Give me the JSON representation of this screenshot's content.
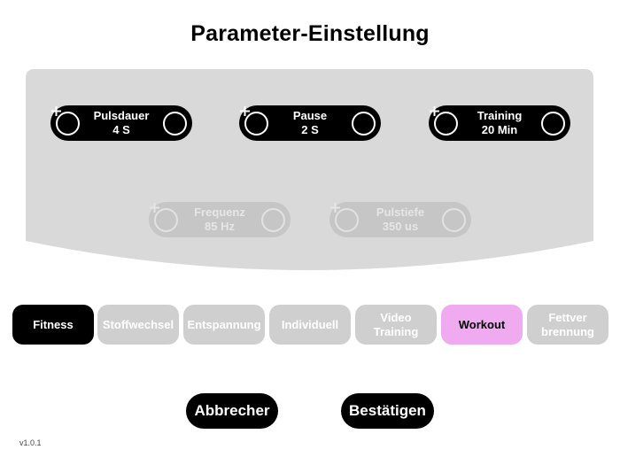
{
  "title": "Parameter-Einstellung",
  "steppers": [
    {
      "label": "Pulsdauer",
      "value": "4 S",
      "enabled": true
    },
    {
      "label": "Pause",
      "value": "2 S",
      "enabled": true
    },
    {
      "label": "Training",
      "value": "20 Min",
      "enabled": true
    },
    {
      "label": "Frequenz",
      "value": "85 Hz",
      "enabled": false
    },
    {
      "label": "Pulstiefe",
      "value": "350 us",
      "enabled": false
    }
  ],
  "stepper_icons": {
    "decrement": "minus-circle-icon",
    "increment": "plus-circle-icon"
  },
  "modes": [
    {
      "line1": "Fitness",
      "line2": "",
      "state": "active"
    },
    {
      "line1": "Stoffwechsel",
      "line2": "",
      "state": "inactive"
    },
    {
      "line1": "Entspannung",
      "line2": "",
      "state": "inactive"
    },
    {
      "line1": "Individuell",
      "line2": "",
      "state": "inactive"
    },
    {
      "line1": "Video",
      "line2": "Training",
      "state": "inactive"
    },
    {
      "line1": "Workout",
      "line2": "",
      "state": "highlighted"
    },
    {
      "line1": "Fettver",
      "line2": "brennung",
      "state": "inactive"
    }
  ],
  "actions": {
    "cancel_label": "Abbrecher",
    "confirm_label": "Bestätigen"
  },
  "version": "v1.0.1",
  "colors": {
    "panel": "#d9d9d9",
    "active": "#000000",
    "inactive_tile": "#cfcfcf",
    "highlight": "#efaaf0",
    "disabled_stepper": "#c6c6c6"
  }
}
